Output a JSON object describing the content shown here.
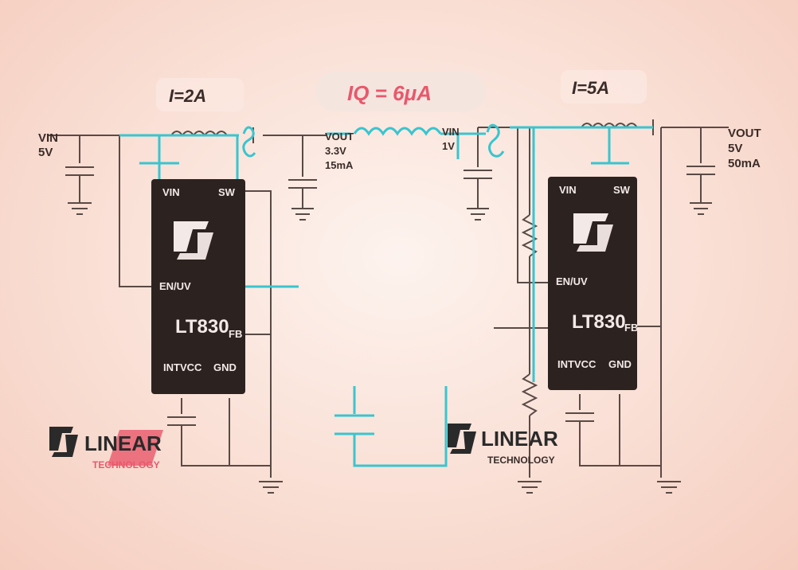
{
  "colors": {
    "background": "#f9ddd2",
    "chip": "#2c2321",
    "highlight": "#39c5cf",
    "quiescent_text": "#e8586b",
    "wire": "#5a4a45",
    "logo_pink": "#e8586b"
  },
  "callouts": {
    "left_current": "I=2A",
    "quiescent": "IQ = 6μA",
    "right_current": "I=5A"
  },
  "left_circuit": {
    "vin_label_1": "VIN",
    "vin_label_2": "5V",
    "vout_label_1": "VOUT",
    "vout_label_2": "3.3V",
    "vout_label_3": "15mA",
    "chip": {
      "pin_tl": "VIN",
      "pin_tr": "SW",
      "pin_ml": "EN/UV",
      "part": "LT830",
      "pin_r": "FB",
      "pin_bl": "INTVCC",
      "pin_br": "GND"
    }
  },
  "right_circuit": {
    "vin_label_1": "VIN",
    "vin_label_2": "1V",
    "vout_label_1": "VOUT",
    "vout_label_2": "5V",
    "vout_label_3": "50mA",
    "chip": {
      "pin_tl": "VIN",
      "pin_tr": "SW",
      "pin_ml": "EN/UV",
      "part": "LT830",
      "pin_r": "FB",
      "pin_bl": "INTVCC",
      "pin_br": "GND"
    }
  },
  "logos": {
    "left": {
      "main": "LINEAR",
      "sub": "TECHNOLOGY"
    },
    "right": {
      "main": "LINEAR",
      "sub": "TECHNOLOGY"
    }
  },
  "icons": {
    "left_chip_logo": "lt-logo-icon",
    "right_chip_logo": "lt-logo-icon",
    "left_brand_logo": "lt-logo-icon",
    "right_brand_logo": "lt-logo-icon"
  }
}
